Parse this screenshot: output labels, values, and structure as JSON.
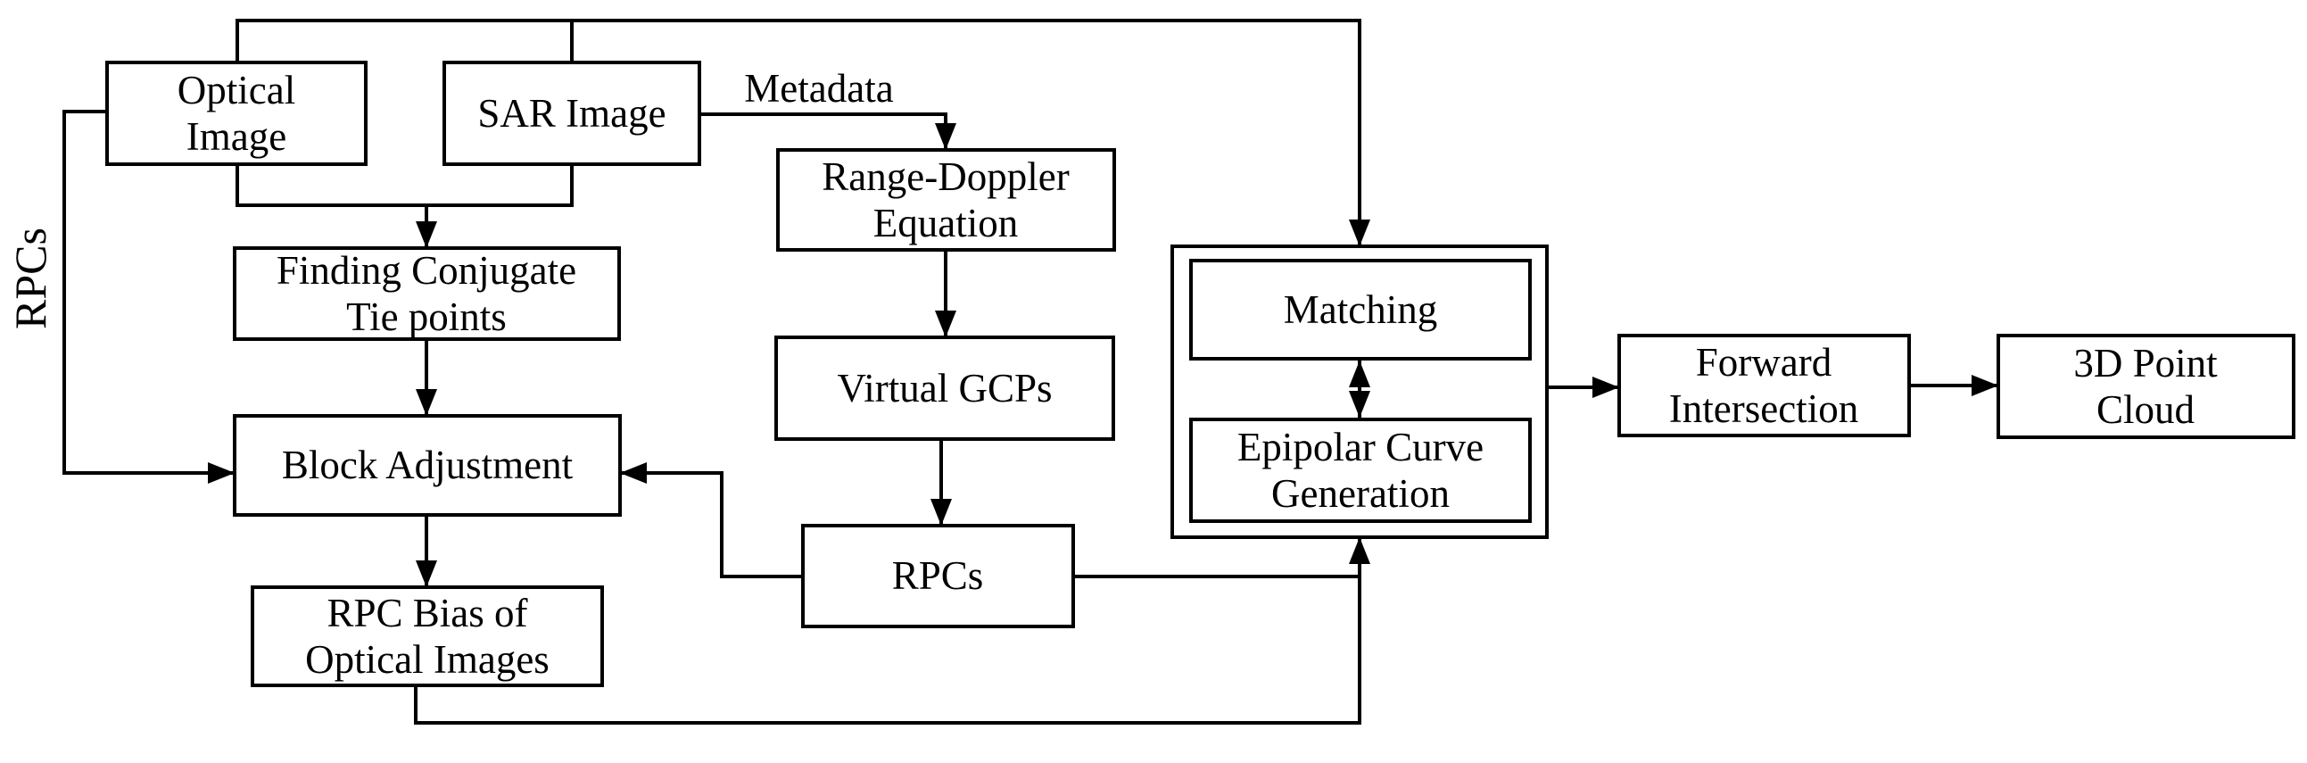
{
  "diagram": {
    "background": "#ffffff",
    "stroke_color": "#000000",
    "text_color": "#000000",
    "nodes": {
      "optical_image": {
        "lines": [
          "Optical",
          "Image"
        ]
      },
      "sar_image": {
        "lines": [
          "SAR Image"
        ]
      },
      "range_doppler": {
        "lines": [
          "Range-Doppler",
          "Equation"
        ]
      },
      "finding_conjugate": {
        "lines": [
          "Finding Conjugate",
          "Tie points"
        ]
      },
      "virtual_gcps": {
        "lines": [
          "Virtual GCPs"
        ]
      },
      "block_adjustment": {
        "lines": [
          "Block Adjustment"
        ]
      },
      "rpcs": {
        "lines": [
          "RPCs"
        ]
      },
      "rpc_bias": {
        "lines": [
          "RPC Bias of",
          "Optical Images"
        ]
      },
      "matching": {
        "lines": [
          "Matching"
        ]
      },
      "epipolar_curve": {
        "lines": [
          "Epipolar Curve",
          "Generation"
        ]
      },
      "forward_intersection": {
        "lines": [
          "Forward",
          "Intersection"
        ]
      },
      "point_cloud": {
        "lines": [
          "3D Point",
          "Cloud"
        ]
      }
    },
    "edge_labels": {
      "metadata": "Metadata",
      "rpcs_side": "RPCs"
    }
  }
}
